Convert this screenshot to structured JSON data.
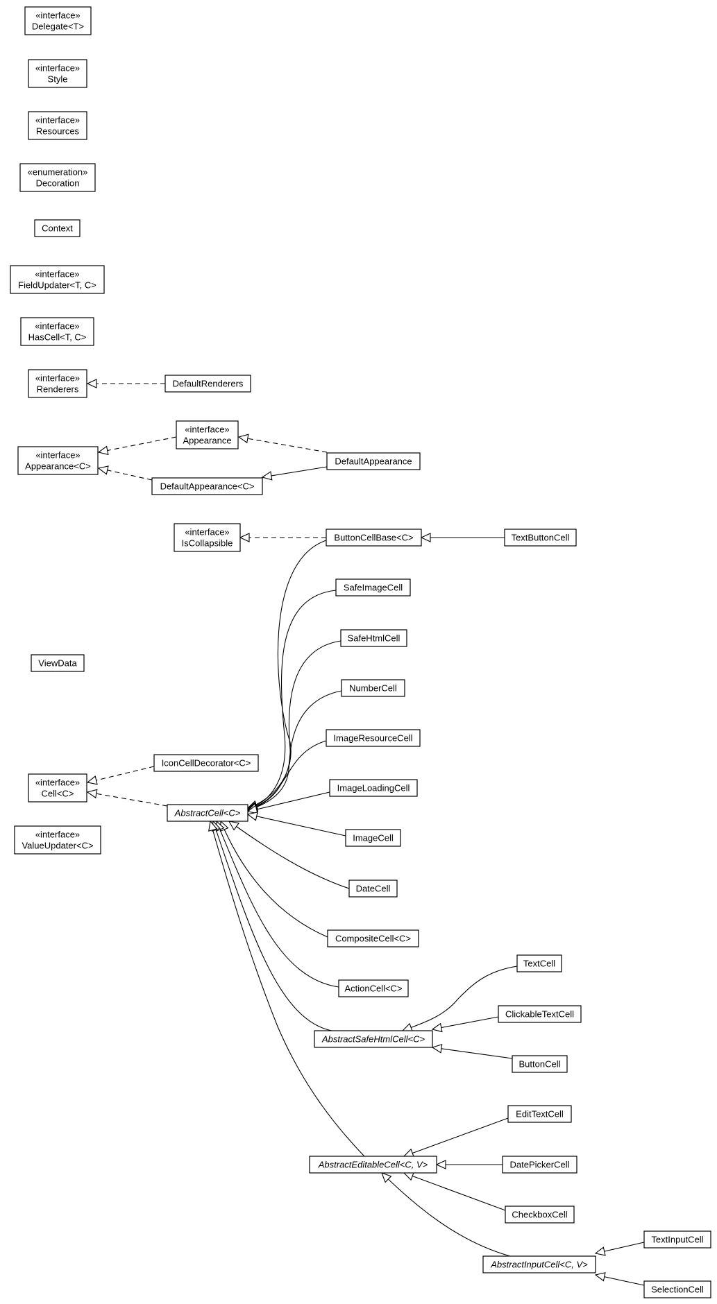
{
  "diagram": {
    "nodes": [
      {
        "id": "delegate",
        "lines": [
          "«interface»",
          "Delegate<T>"
        ]
      },
      {
        "id": "style",
        "lines": [
          "«interface»",
          "Style"
        ]
      },
      {
        "id": "resources",
        "lines": [
          "«interface»",
          "Resources"
        ]
      },
      {
        "id": "decoration",
        "lines": [
          "«enumeration»",
          "Decoration"
        ]
      },
      {
        "id": "context",
        "lines": [
          "Context"
        ]
      },
      {
        "id": "field-updater",
        "lines": [
          "«interface»",
          "FieldUpdater<T, C>"
        ]
      },
      {
        "id": "has-cell",
        "lines": [
          "«interface»",
          "HasCell<T, C>"
        ]
      },
      {
        "id": "renderers",
        "lines": [
          "«interface»",
          "Renderers"
        ]
      },
      {
        "id": "default-renderers",
        "lines": [
          "DefaultRenderers"
        ]
      },
      {
        "id": "appearance-c",
        "lines": [
          "«interface»",
          "Appearance<C>"
        ]
      },
      {
        "id": "appearance",
        "lines": [
          "«interface»",
          "Appearance"
        ]
      },
      {
        "id": "default-appearance",
        "lines": [
          "DefaultAppearance"
        ]
      },
      {
        "id": "default-appearance-c",
        "lines": [
          "DefaultAppearance<C>"
        ]
      },
      {
        "id": "is-collapsible",
        "lines": [
          "«interface»",
          "IsCollapsible"
        ]
      },
      {
        "id": "button-cell-base",
        "lines": [
          "ButtonCellBase<C>"
        ]
      },
      {
        "id": "text-button-cell",
        "lines": [
          "TextButtonCell"
        ]
      },
      {
        "id": "safe-image-cell",
        "lines": [
          "SafeImageCell"
        ]
      },
      {
        "id": "view-data",
        "lines": [
          "ViewData"
        ]
      },
      {
        "id": "safe-html-cell",
        "lines": [
          "SafeHtmlCell"
        ]
      },
      {
        "id": "number-cell",
        "lines": [
          "NumberCell"
        ]
      },
      {
        "id": "image-resource-cell",
        "lines": [
          "ImageResourceCell"
        ]
      },
      {
        "id": "icon-cell-decorator",
        "lines": [
          "IconCellDecorator<C>"
        ]
      },
      {
        "id": "cell",
        "lines": [
          "«interface»",
          "Cell<C>"
        ]
      },
      {
        "id": "image-loading-cell",
        "lines": [
          "ImageLoadingCell"
        ]
      },
      {
        "id": "abstract-cell",
        "lines": [
          "AbstractCell<C>"
        ],
        "italic": true
      },
      {
        "id": "value-updater",
        "lines": [
          "«interface»",
          "ValueUpdater<C>"
        ]
      },
      {
        "id": "image-cell",
        "lines": [
          "ImageCell"
        ]
      },
      {
        "id": "date-cell",
        "lines": [
          "DateCell"
        ]
      },
      {
        "id": "composite-cell",
        "lines": [
          "CompositeCell<C>"
        ]
      },
      {
        "id": "text-cell",
        "lines": [
          "TextCell"
        ]
      },
      {
        "id": "action-cell",
        "lines": [
          "ActionCell<C>"
        ]
      },
      {
        "id": "clickable-text-cell",
        "lines": [
          "ClickableTextCell"
        ]
      },
      {
        "id": "abstract-safe-html-cell",
        "lines": [
          "AbstractSafeHtmlCell<C>"
        ],
        "italic": true
      },
      {
        "id": "button-cell",
        "lines": [
          "ButtonCell"
        ]
      },
      {
        "id": "edit-text-cell",
        "lines": [
          "EditTextCell"
        ]
      },
      {
        "id": "abstract-editable-cell",
        "lines": [
          "AbstractEditableCell<C, V>"
        ],
        "italic": true
      },
      {
        "id": "date-picker-cell",
        "lines": [
          "DatePickerCell"
        ]
      },
      {
        "id": "checkbox-cell",
        "lines": [
          "CheckboxCell"
        ]
      },
      {
        "id": "text-input-cell",
        "lines": [
          "TextInputCell"
        ]
      },
      {
        "id": "abstract-input-cell",
        "lines": [
          "AbstractInputCell<C, V>"
        ],
        "italic": true
      },
      {
        "id": "selection-cell",
        "lines": [
          "SelectionCell"
        ]
      }
    ],
    "edges": [
      {
        "from": "default-renderers",
        "to": "renderers",
        "kind": "realization"
      },
      {
        "from": "appearance",
        "to": "appearance-c",
        "kind": "realization"
      },
      {
        "from": "default-appearance-c",
        "to": "appearance-c",
        "kind": "realization"
      },
      {
        "from": "default-appearance",
        "to": "appearance",
        "kind": "realization"
      },
      {
        "from": "default-appearance",
        "to": "default-appearance-c",
        "kind": "generalization"
      },
      {
        "from": "button-cell-base",
        "to": "is-collapsible",
        "kind": "realization"
      },
      {
        "from": "text-button-cell",
        "to": "button-cell-base",
        "kind": "generalization"
      },
      {
        "from": "icon-cell-decorator",
        "to": "cell",
        "kind": "realization"
      },
      {
        "from": "abstract-cell",
        "to": "cell",
        "kind": "realization"
      },
      {
        "from": "button-cell-base",
        "to": "abstract-cell",
        "kind": "generalization"
      },
      {
        "from": "safe-image-cell",
        "to": "abstract-cell",
        "kind": "generalization"
      },
      {
        "from": "safe-html-cell",
        "to": "abstract-cell",
        "kind": "generalization"
      },
      {
        "from": "number-cell",
        "to": "abstract-cell",
        "kind": "generalization"
      },
      {
        "from": "image-resource-cell",
        "to": "abstract-cell",
        "kind": "generalization"
      },
      {
        "from": "image-loading-cell",
        "to": "abstract-cell",
        "kind": "generalization"
      },
      {
        "from": "image-cell",
        "to": "abstract-cell",
        "kind": "generalization"
      },
      {
        "from": "date-cell",
        "to": "abstract-cell",
        "kind": "generalization"
      },
      {
        "from": "composite-cell",
        "to": "abstract-cell",
        "kind": "generalization"
      },
      {
        "from": "action-cell",
        "to": "abstract-cell",
        "kind": "generalization"
      },
      {
        "from": "abstract-safe-html-cell",
        "to": "abstract-cell",
        "kind": "generalization"
      },
      {
        "from": "abstract-editable-cell",
        "to": "abstract-cell",
        "kind": "generalization"
      },
      {
        "from": "text-cell",
        "to": "abstract-safe-html-cell",
        "kind": "generalization"
      },
      {
        "from": "clickable-text-cell",
        "to": "abstract-safe-html-cell",
        "kind": "generalization"
      },
      {
        "from": "button-cell",
        "to": "abstract-safe-html-cell",
        "kind": "generalization"
      },
      {
        "from": "edit-text-cell",
        "to": "abstract-editable-cell",
        "kind": "generalization"
      },
      {
        "from": "date-picker-cell",
        "to": "abstract-editable-cell",
        "kind": "generalization"
      },
      {
        "from": "checkbox-cell",
        "to": "abstract-editable-cell",
        "kind": "generalization"
      },
      {
        "from": "abstract-input-cell",
        "to": "abstract-editable-cell",
        "kind": "generalization"
      },
      {
        "from": "text-input-cell",
        "to": "abstract-input-cell",
        "kind": "generalization"
      },
      {
        "from": "selection-cell",
        "to": "abstract-input-cell",
        "kind": "generalization"
      }
    ]
  }
}
